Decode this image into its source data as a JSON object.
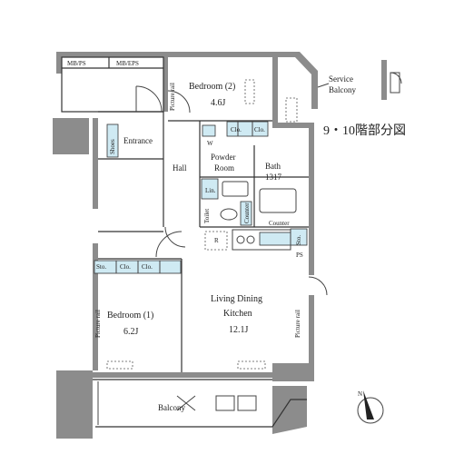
{
  "floor_label": "9・10階部分図",
  "rooms": {
    "bedroom2": {
      "name": "Bedroom (2)",
      "size": "4.6J"
    },
    "bedroom1": {
      "name": "Bedroom (1)",
      "size": "6.2J"
    },
    "ldk": {
      "name_line1": "Living Dining",
      "name_line2": "Kitchen",
      "size": "12.1J"
    },
    "entrance": "Entrance",
    "hall": "Hall",
    "powder": {
      "line1": "Powder",
      "line2": "Room"
    },
    "bath": {
      "name": "Bath",
      "size": "1317"
    },
    "toilet": "Toilet",
    "balcony": "Balcony",
    "service_balcony": {
      "line1": "Service",
      "line2": "Balcony"
    }
  },
  "labels": {
    "mbps": "MB/PS",
    "mbeps": "MB/EPS",
    "clo": "Clo.",
    "sto": "Sto.",
    "w": "W",
    "lin": "Lin.",
    "counter": "Counter",
    "shoes": "Shoes",
    "r": "R",
    "ps": "PS",
    "picture_rail": "Picture rail",
    "north": "N"
  },
  "colors": {
    "wall": "#8c8c8c",
    "storage": "#cfeaf3"
  }
}
